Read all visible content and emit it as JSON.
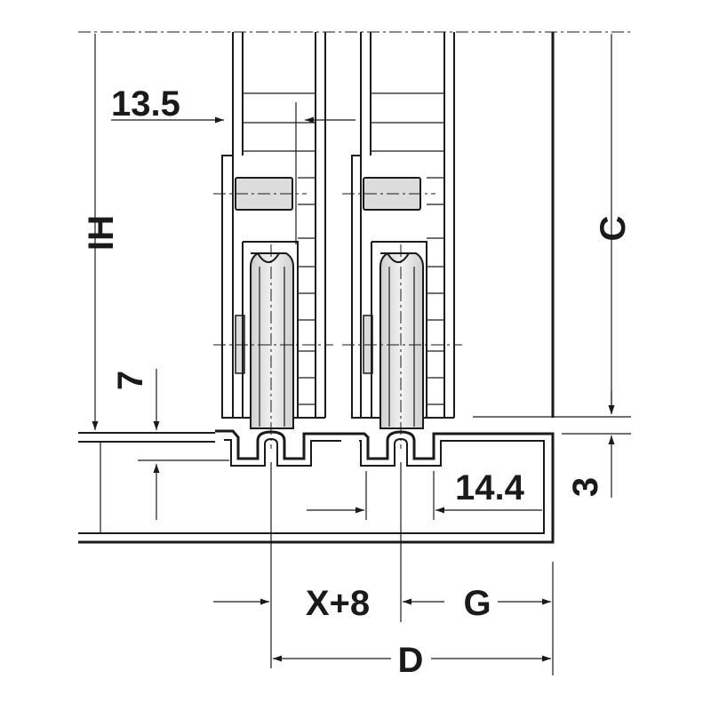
{
  "dimensions": {
    "top_gap": "13.5",
    "height_ih": "IH",
    "bottom_offset": "7",
    "track_width": "14.4",
    "clearance": "3",
    "height_c": "C",
    "spacing": "X+8",
    "gap": "G",
    "depth": "D"
  },
  "colors": {
    "line": "#1a1a1a",
    "wheel_fill": "#e6e6e6",
    "pin_fill": "#dcdcdc"
  }
}
